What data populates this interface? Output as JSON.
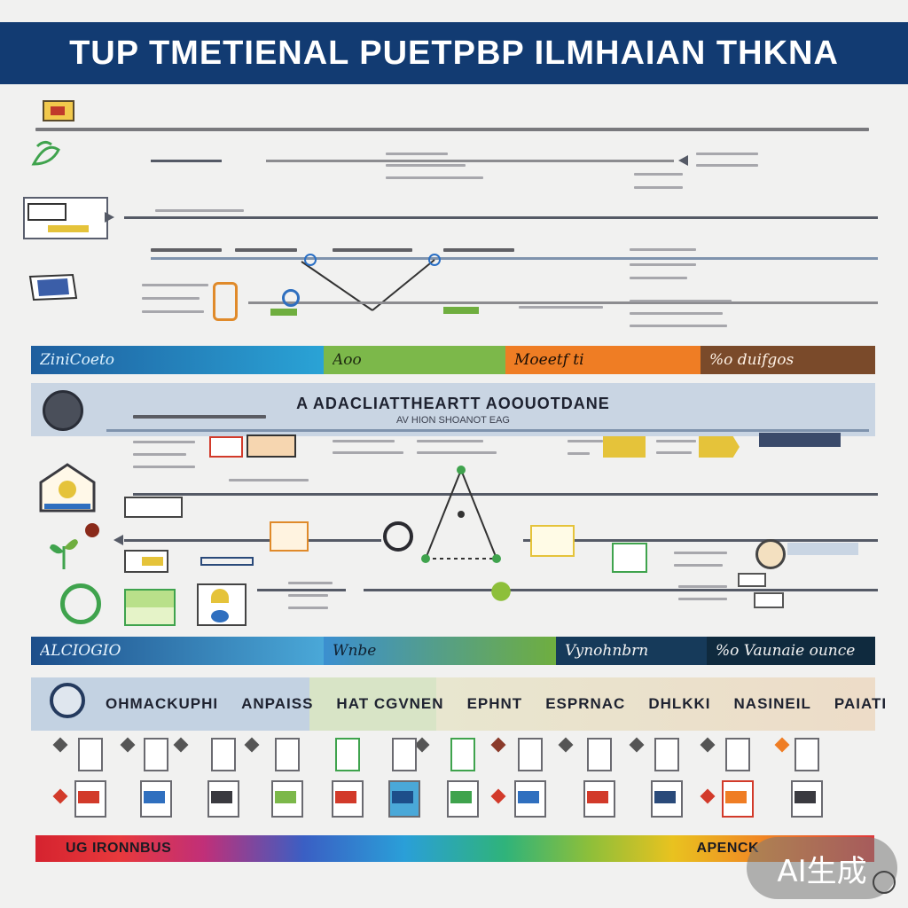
{
  "header": {
    "title": "TUP TMETIENAL PUETPBP ILMHAIAN THKNA"
  },
  "section1": {
    "band_segments": [
      {
        "text": "ZiniCoeto",
        "color": "#2aa3d6"
      },
      {
        "text": "Aoo",
        "color": "#6fae3f"
      },
      {
        "text": "Moeetf ti",
        "color": "#ef7d24"
      },
      {
        "text": "%o duifgos",
        "color": "#7a4a2a"
      }
    ]
  },
  "section2": {
    "title": "A ADACLIATTHEARTT AOOUOTDANE",
    "subtitle": "AV HION SHOANOT EAG",
    "band_segments": [
      {
        "text": "ALCIOGIO",
        "color": "#2f7fd0"
      },
      {
        "text": "Wnbe",
        "color": "#4aa8d8"
      },
      {
        "text": "Vynohnbrn",
        "color": "#163a5a"
      },
      {
        "text": "%o Vaunaie ounce",
        "color": "#0f2a3e"
      }
    ]
  },
  "section3": {
    "headings": [
      "OHMACKUPHI",
      "ANPAISS",
      "HAT CGVNEN",
      "EPHNT",
      "ESPRNAC",
      "DHLKKI",
      "NASINEIL",
      "PAIATI"
    ]
  },
  "footer": {
    "left_label": "UG IRONNBUS",
    "right_label": "APENCK"
  },
  "watermark": {
    "text": "AI生成"
  },
  "colors": {
    "header_bg": "#123b72",
    "heading_bg": "#c9d5e3",
    "accent_orange": "#ef7d24",
    "accent_green": "#3fa34d",
    "accent_yellow": "#e5c33a"
  }
}
